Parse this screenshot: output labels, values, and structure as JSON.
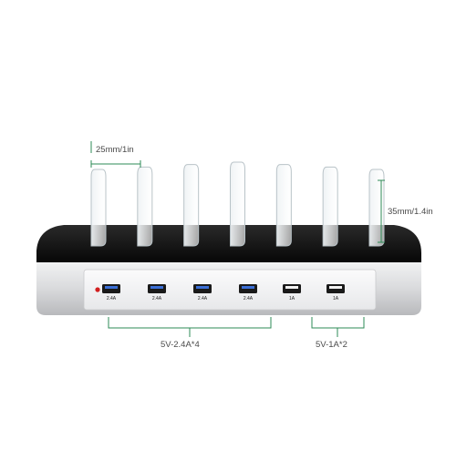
{
  "product": {
    "ports": [
      {
        "label": "2.4A",
        "type": "usb-quick",
        "color": "#3b6fd6"
      },
      {
        "label": "2.4A",
        "type": "usb-quick",
        "color": "#3b6fd6"
      },
      {
        "label": "2.4A",
        "type": "usb-quick",
        "color": "#3b6fd6"
      },
      {
        "label": "2.4A",
        "type": "usb-quick",
        "color": "#3b6fd6"
      },
      {
        "label": "1A",
        "type": "usb-standard",
        "color": "#f2f2f2"
      },
      {
        "label": "1A",
        "type": "usb-standard",
        "color": "#f2f2f2"
      }
    ],
    "power_led_color": "#d21f1f",
    "dividers_count": 7
  },
  "annotations": {
    "divider_spacing": "25mm/1in",
    "divider_height": "35mm/1.4in",
    "quick_group": "5V-2.4A*4",
    "standard_group": "5V-1A*2"
  },
  "colors": {
    "accent_line": "#2e8b57",
    "body_silver": "#d9dadc",
    "top_black": "#0d0d0d"
  }
}
